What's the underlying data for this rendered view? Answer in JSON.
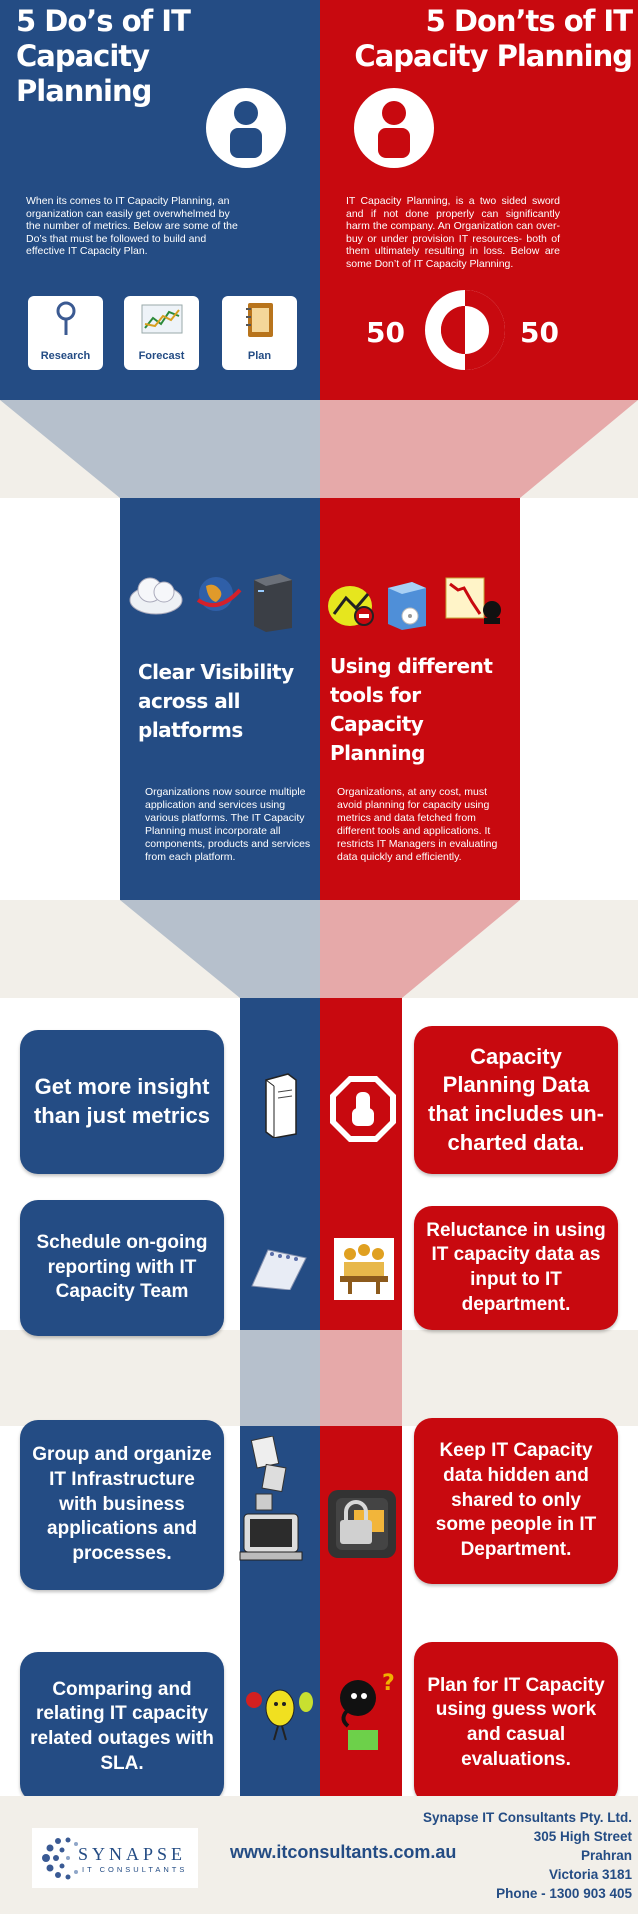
{
  "dos": {
    "title_line1": "5 Do’s of IT Capacity",
    "title_line2": "Planning",
    "intro": "When its comes to IT Capacity Planning, an organization can easily get overwhelmed by the number of metrics. Below are some of the Do’s that must be followed to build and effective IT Capacity Plan.",
    "tools": [
      "Research",
      "Forecast",
      "Plan"
    ],
    "section2_title": [
      "Clear Visibility",
      "across all",
      "platforms"
    ],
    "section2_body": "Organizations now source multiple application and services using various platforms. The IT Capacity Planning  must incorporate all components, products and services from each platform.",
    "cards": [
      "Get more insight than just metrics",
      "Schedule on-going reporting with IT Capacity Team",
      "Group and organize IT Infrastructure with business applications and processes.",
      "Comparing  and relating IT capacity related outages with SLA."
    ]
  },
  "donts": {
    "title_line1": "5 Don’ts of IT",
    "title_line2": "Capacity Planning",
    "intro": "IT Capacity Planning, is a two sided sword and if not done properly can significantly harm the company. An Organization can over-buy or under provision IT resources- both of them ultimately resulting in loss. Below are some Don’t of IT Capacity Planning.",
    "left_value": "50",
    "right_value": "50",
    "section2_title": [
      "Using different",
      "tools for Capacity",
      "Planning"
    ],
    "section2_body": "Organizations, at any cost, must avoid planning for capacity using metrics and data fetched from different tools and applications. It restricts IT Managers in evaluating data quickly and efficiently.",
    "cards": [
      "Capacity Planning Data that includes un-charted data.",
      "Reluctance in using IT capacity data as input to IT department.",
      "Keep IT Capacity data hidden and shared to only some people in IT Department.",
      "Plan for IT Capacity using guess work and casual evaluations."
    ]
  },
  "footer": {
    "logo_name": "SYNAPSE",
    "logo_sub": "IT CONSULTANTS",
    "website": "www.itconsultants.com.au",
    "company": "Synapse IT Consultants Pty. Ltd.",
    "street": "305 High Street",
    "suburb": "Prahran",
    "state": "Victoria 3181",
    "phone": "Phone - 1300 903 405"
  },
  "colors": {
    "blue": "#244c84",
    "red": "#c8090f",
    "beige": "#f2efe9"
  }
}
